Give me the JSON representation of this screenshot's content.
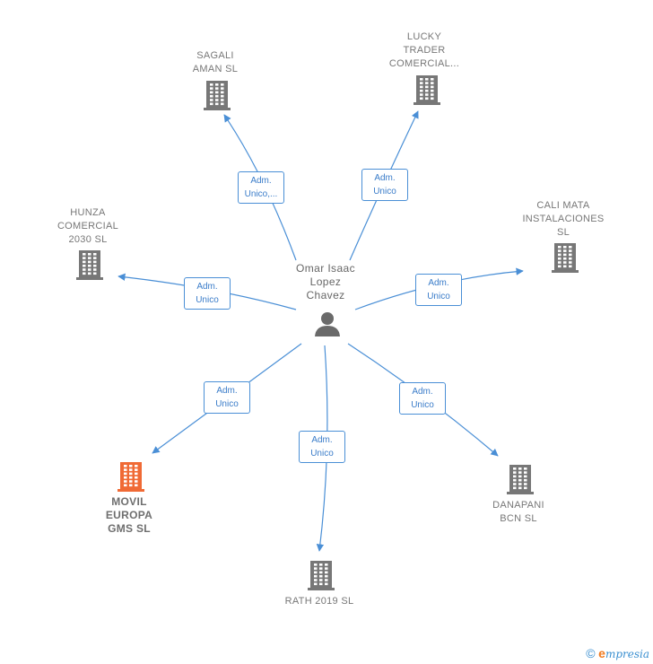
{
  "center": {
    "name_lines": [
      "Omar Isaac",
      "Lopez",
      "Chavez"
    ]
  },
  "companies": [
    {
      "id": "sagali",
      "lines": [
        "SAGALI",
        "AMAN  SL"
      ],
      "highlight": false
    },
    {
      "id": "lucky",
      "lines": [
        "LUCKY",
        "TRADER",
        "COMERCIAL..."
      ],
      "highlight": false
    },
    {
      "id": "hunza",
      "lines": [
        "HUNZA",
        "COMERCIAL",
        "2030  SL"
      ],
      "highlight": false
    },
    {
      "id": "calimata",
      "lines": [
        "CALI MATA",
        "INSTALACIONES",
        "SL"
      ],
      "highlight": false
    },
    {
      "id": "movil",
      "lines": [
        "MOVIL",
        "EUROPA",
        "GMS  SL"
      ],
      "highlight": true
    },
    {
      "id": "rath",
      "lines": [
        "RATH 2019  SL"
      ],
      "highlight": false
    },
    {
      "id": "danapani",
      "lines": [
        "DANAPANI",
        "BCN  SL"
      ],
      "highlight": false
    }
  ],
  "relations": [
    {
      "to": "sagali",
      "lines": [
        "Adm.",
        "Unico,..."
      ]
    },
    {
      "to": "lucky",
      "lines": [
        "Adm.",
        "Unico"
      ]
    },
    {
      "to": "hunza",
      "lines": [
        "Adm.",
        "Unico"
      ]
    },
    {
      "to": "calimata",
      "lines": [
        "Adm.",
        "Unico"
      ]
    },
    {
      "to": "movil",
      "lines": [
        "Adm.",
        "Unico"
      ]
    },
    {
      "to": "rath",
      "lines": [
        "Adm.",
        "Unico"
      ]
    },
    {
      "to": "danapani",
      "lines": [
        "Adm.",
        "Unico"
      ]
    }
  ],
  "colors": {
    "edge": "#4a8fd6",
    "building": "#777777",
    "building_highlight": "#f06a35",
    "person": "#6a6a6a"
  },
  "footer": {
    "copyright": "©",
    "brand_initial": "e",
    "brand_rest": "mpresia"
  }
}
